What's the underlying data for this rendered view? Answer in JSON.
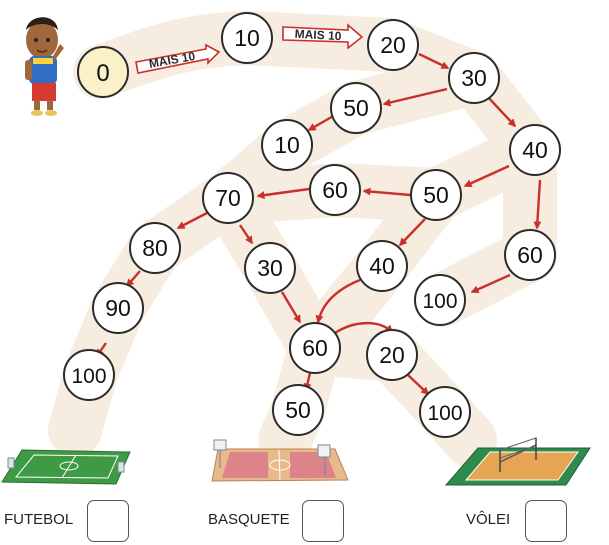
{
  "colors": {
    "path": "#f6ecdf",
    "arrow": "#c9302c",
    "start_fill": "#fbf1c9",
    "node_stroke": "#2b2b2b"
  },
  "start": "0",
  "rule_labels": [
    "MAIS 10",
    "MAIS 10"
  ],
  "nodes": [
    "10",
    "20",
    "30",
    "50",
    "10",
    "40",
    "60",
    "50",
    "70",
    "80",
    "30",
    "40",
    "60",
    "90",
    "100",
    "60",
    "20",
    "100",
    "50",
    "100"
  ],
  "fields": [
    {
      "label": "FUTEBOL",
      "icon": "soccer-field-icon"
    },
    {
      "label": "BASQUETE",
      "icon": "basketball-court-icon"
    },
    {
      "label": "VÔLEI",
      "icon": "volleyball-court-icon"
    }
  ]
}
